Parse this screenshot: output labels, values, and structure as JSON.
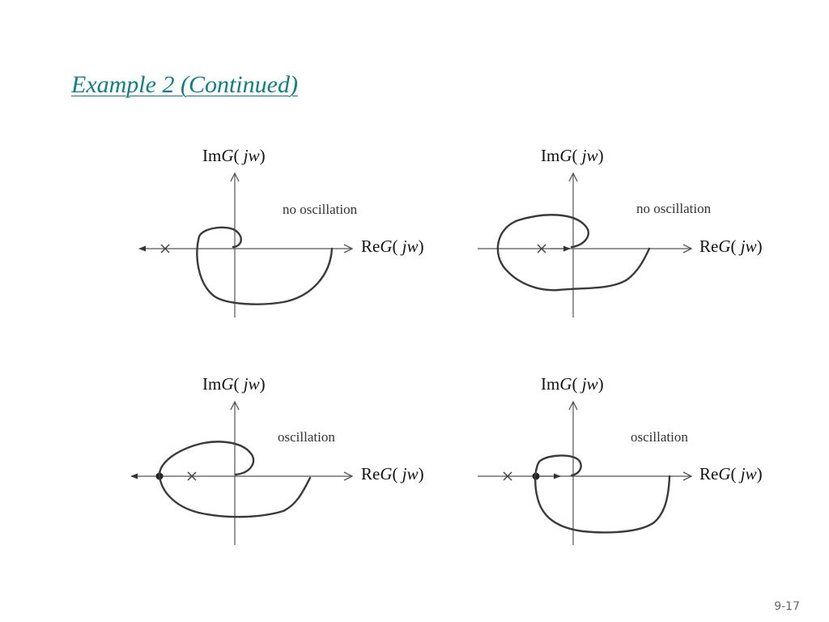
{
  "slide": {
    "title": "Example 2 (Continued)",
    "page_number": "9-17"
  },
  "axes": {
    "im_prefix": "Im",
    "re_prefix": "Re",
    "func": "G",
    "arg_open": "( ",
    "arg": "jw",
    "arg_close": ")"
  },
  "panels": [
    {
      "note": "no oscillation"
    },
    {
      "note": "no oscillation"
    },
    {
      "note": "oscillation"
    },
    {
      "note": "oscillation"
    }
  ]
}
